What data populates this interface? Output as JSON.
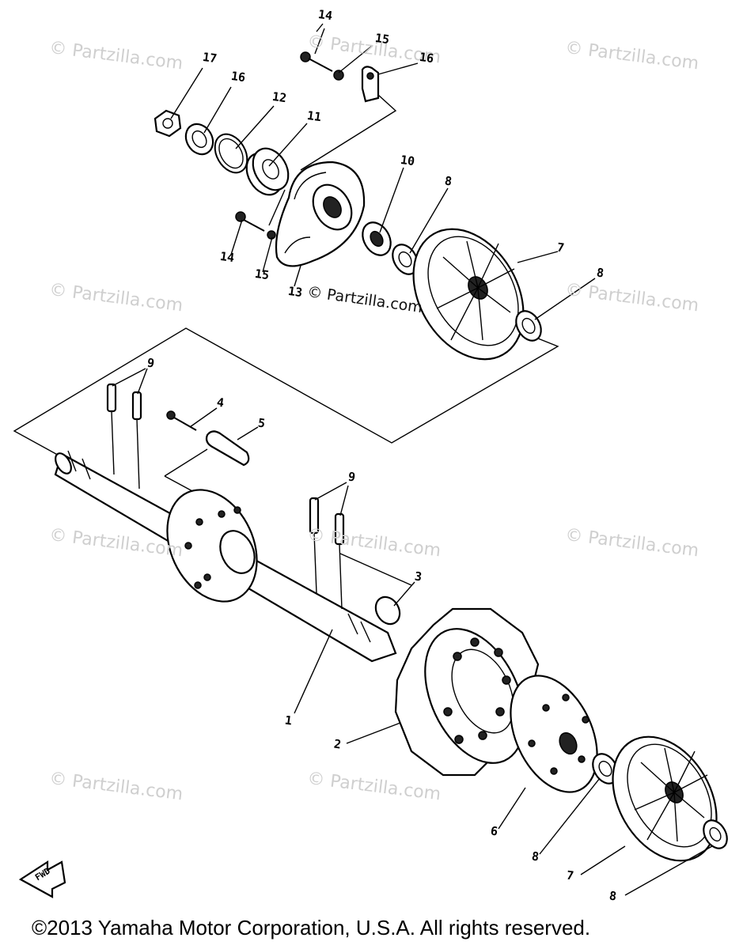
{
  "watermark": {
    "text": "© Partzilla.com",
    "center_text": "© Partzilla.com"
  },
  "callouts": [
    "14",
    "15",
    "16",
    "17",
    "16",
    "12",
    "11",
    "10",
    "8",
    "7",
    "8",
    "14",
    "15",
    "13",
    "9",
    "4",
    "5",
    "9",
    "3",
    "1",
    "2",
    "6",
    "8",
    "7",
    "8"
  ],
  "arrow_label": "FWD",
  "footer": "©2013 Yamaha Motor Corporation, U.S.A. All rights reserved."
}
